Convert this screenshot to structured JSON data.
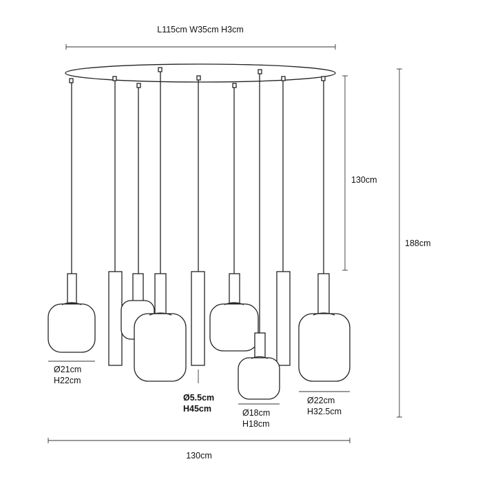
{
  "dimensions": {
    "canopy": "L115cm  W35cm  H3cm",
    "cable_length": "130cm",
    "total_height": "188cm",
    "total_width": "130cm"
  },
  "shades": {
    "shade_21": {
      "diameter": "Ø21cm",
      "height": "H22cm"
    },
    "tube": {
      "diameter": "Ø5.5cm",
      "height": "H45cm"
    },
    "shade_18": {
      "diameter": "Ø18cm",
      "height": "H18cm"
    },
    "shade_22": {
      "diameter": "Ø22cm",
      "height": "H32.5cm"
    }
  },
  "colors": {
    "line": "#222222",
    "background": "#ffffff"
  }
}
